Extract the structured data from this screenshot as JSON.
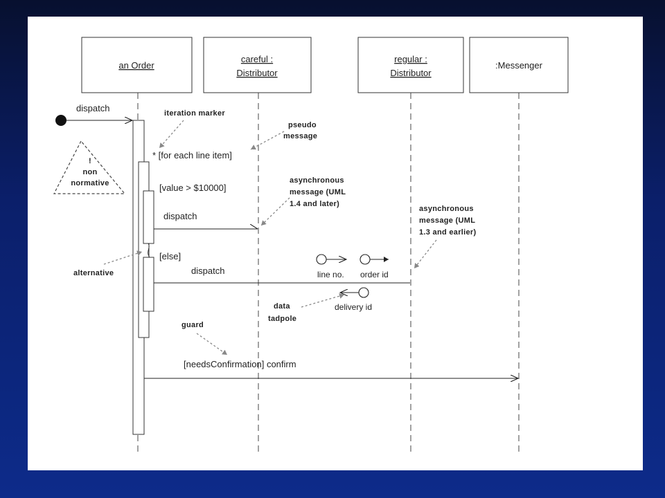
{
  "participants": {
    "order": "an Order",
    "careful_line1": "careful :",
    "careful_line2": "Distributor",
    "regular_line1": "regular :",
    "regular_line2": "Distributor",
    "messenger": ":Messenger"
  },
  "messages": {
    "found_dispatch": "dispatch",
    "iteration_guard": "* [for each line item]",
    "value_guard": "[value > $10000]",
    "dispatch_careful": "dispatch",
    "else_guard": "[else]",
    "dispatch_regular": "dispatch",
    "confirm": "[needsConfirmation] confirm"
  },
  "annotations": {
    "iteration_marker": "iteration marker",
    "pseudo_line1": "pseudo",
    "pseudo_line2": "message",
    "nonnormative_line1": "!",
    "nonnormative_line2": "non",
    "nonnormative_line3": "normative",
    "async14_line1": "asynchronous",
    "async14_line2": "message (UML",
    "async14_line3": "1.4 and later)",
    "async13_line1": "asynchronous",
    "async13_line2": "message (UML",
    "async13_line3": "1.3 and earlier)",
    "alternative": "alternative",
    "data_tadpole_line1": "data",
    "data_tadpole_line2": "tadpole",
    "guard": "guard"
  },
  "tadpoles": {
    "line_no": "line no.",
    "order_id": "order id",
    "delivery_id": "delivery id"
  }
}
